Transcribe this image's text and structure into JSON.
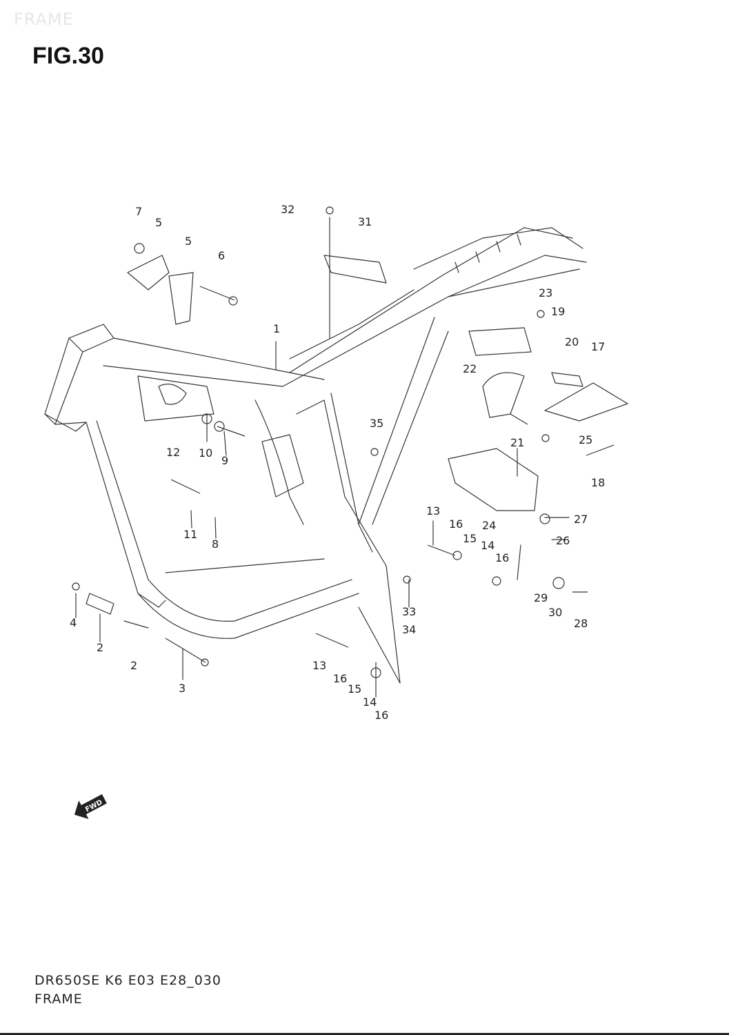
{
  "watermark": "FRAME",
  "figure_title": "FIG.30",
  "footer": {
    "code": "DR650SE K6 E03 E28_030",
    "name": "FRAME"
  },
  "fwd_label": "FWD",
  "callouts": [
    "7",
    "5",
    "5",
    "6",
    "32",
    "31",
    "1",
    "23",
    "19",
    "20",
    "17",
    "22",
    "12",
    "10",
    "9",
    "35",
    "21",
    "25",
    "18",
    "11",
    "8",
    "13",
    "16",
    "24",
    "27",
    "15",
    "14",
    "16",
    "26",
    "4",
    "33",
    "34",
    "29",
    "30",
    "28",
    "2",
    "2",
    "13",
    "16",
    "15",
    "3",
    "14",
    "16"
  ]
}
